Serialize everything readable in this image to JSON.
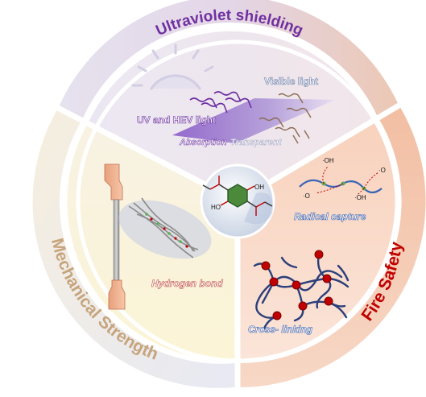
{
  "outer_ring": {
    "top_title": "Ultraviolet shielding",
    "left_title": "Mechanical Strength",
    "right_title": "Fire Safety"
  },
  "uv_sector": {
    "uv_label": "UV and HEV light",
    "visible_label": "Visible light",
    "absorption_label": "Absorption",
    "transparent_label": "Transparent"
  },
  "radical_sector": {
    "radical_label": "Radical capture",
    "oh_label": "·OH",
    "o_label": "·O"
  },
  "crosslink_sector": {
    "crosslink_label": "Cross- linking"
  },
  "mechanical_sector": {
    "hbond_label": "Hydrogen bond"
  },
  "molecule": {
    "oh_top": "OH",
    "ho_bottom": "HO"
  },
  "colors": {
    "purple": "#7030a0",
    "tan": "#c6a47c",
    "red": "#c00000",
    "blue_label": "#3a64b4",
    "hbond_red": "#c0504d"
  }
}
